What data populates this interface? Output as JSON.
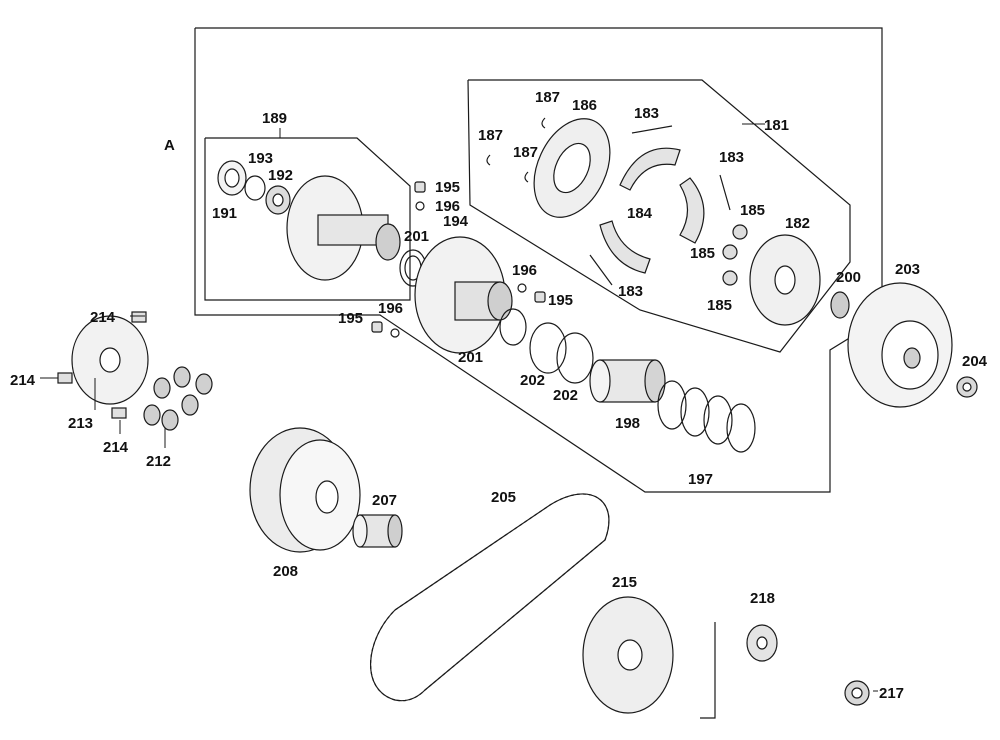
{
  "diagram": {
    "group_marker": "A",
    "labels": [
      {
        "id": "l181",
        "text": "181"
      },
      {
        "id": "l182",
        "text": "182"
      },
      {
        "id": "l183a",
        "text": "183"
      },
      {
        "id": "l183b",
        "text": "183"
      },
      {
        "id": "l183c",
        "text": "183"
      },
      {
        "id": "l184",
        "text": "184"
      },
      {
        "id": "l185a",
        "text": "185"
      },
      {
        "id": "l185b",
        "text": "185"
      },
      {
        "id": "l185c",
        "text": "185"
      },
      {
        "id": "l186",
        "text": "186"
      },
      {
        "id": "l187a",
        "text": "187"
      },
      {
        "id": "l187b",
        "text": "187"
      },
      {
        "id": "l187c",
        "text": "187"
      },
      {
        "id": "l189",
        "text": "189"
      },
      {
        "id": "l191",
        "text": "191"
      },
      {
        "id": "l192",
        "text": "192"
      },
      {
        "id": "l193",
        "text": "193"
      },
      {
        "id": "l194",
        "text": "194"
      },
      {
        "id": "l195a",
        "text": "195"
      },
      {
        "id": "l195b",
        "text": "195"
      },
      {
        "id": "l195c",
        "text": "195"
      },
      {
        "id": "l196a",
        "text": "196"
      },
      {
        "id": "l196b",
        "text": "196"
      },
      {
        "id": "l196c",
        "text": "196"
      },
      {
        "id": "l197",
        "text": "197"
      },
      {
        "id": "l198",
        "text": "198"
      },
      {
        "id": "l200",
        "text": "200"
      },
      {
        "id": "l201a",
        "text": "201"
      },
      {
        "id": "l201b",
        "text": "201"
      },
      {
        "id": "l202a",
        "text": "202"
      },
      {
        "id": "l202b",
        "text": "202"
      },
      {
        "id": "l203",
        "text": "203"
      },
      {
        "id": "l204",
        "text": "204"
      },
      {
        "id": "l205",
        "text": "205"
      },
      {
        "id": "l207",
        "text": "207"
      },
      {
        "id": "l208",
        "text": "208"
      },
      {
        "id": "l212",
        "text": "212"
      },
      {
        "id": "l213",
        "text": "213"
      },
      {
        "id": "l214a",
        "text": "214"
      },
      {
        "id": "l214b",
        "text": "214"
      },
      {
        "id": "l214c",
        "text": "214"
      },
      {
        "id": "l215",
        "text": "215"
      },
      {
        "id": "l217",
        "text": "217"
      },
      {
        "id": "l218",
        "text": "218"
      }
    ]
  }
}
